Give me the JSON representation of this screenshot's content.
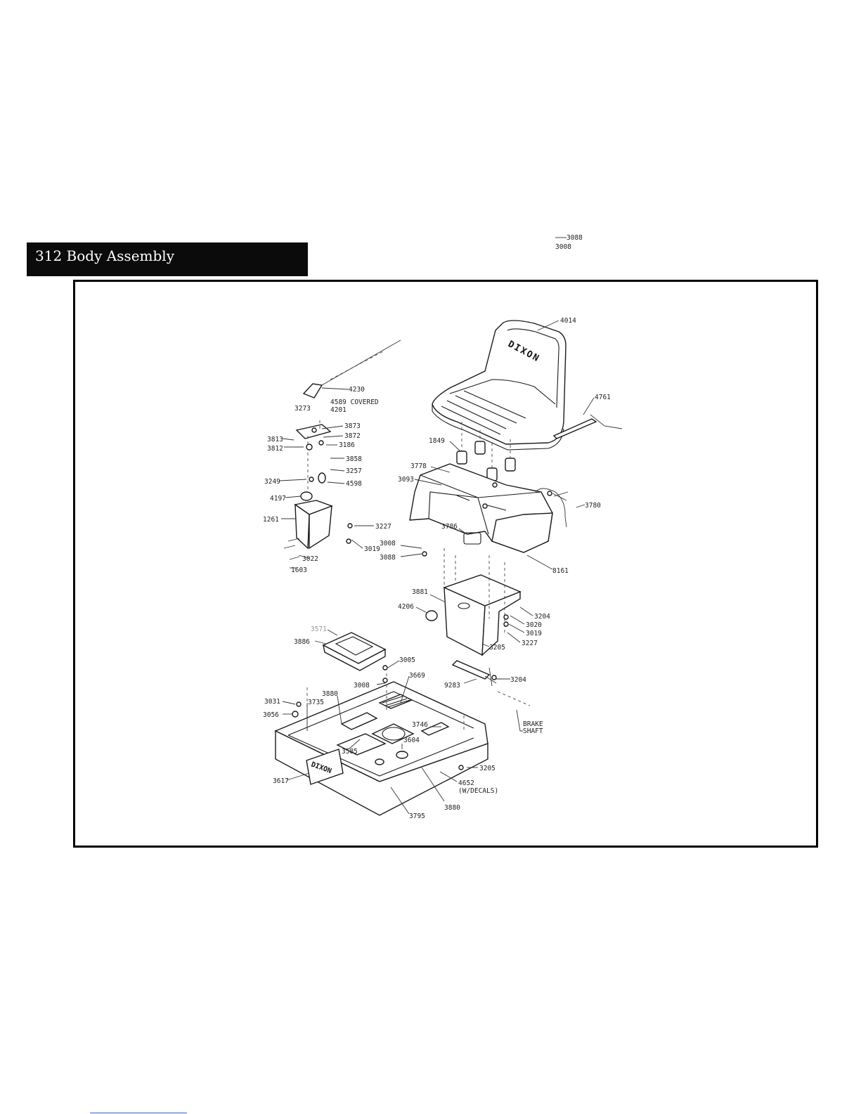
{
  "header": {
    "title": "312 Body Assembly"
  },
  "seat_logo": "DIXON",
  "frame_logo": "DIXON",
  "callouts": [
    {
      "id": "c4014",
      "text": "4014"
    },
    {
      "id": "c4761",
      "text": "4761"
    },
    {
      "id": "c4230",
      "text": "4230"
    },
    {
      "id": "c3273",
      "text": "3273"
    },
    {
      "id": "c4589",
      "text": "4589 COVERED"
    },
    {
      "id": "c4201",
      "text": "4201"
    },
    {
      "id": "c3873",
      "text": "3873"
    },
    {
      "id": "c3872",
      "text": "3872"
    },
    {
      "id": "c3186",
      "text": "3186"
    },
    {
      "id": "c3813",
      "text": "3813"
    },
    {
      "id": "c3812",
      "text": "3812"
    },
    {
      "id": "c3858",
      "text": "3858"
    },
    {
      "id": "c3257",
      "text": "3257"
    },
    {
      "id": "c3249",
      "text": "3249"
    },
    {
      "id": "c4598",
      "text": "4598"
    },
    {
      "id": "c4197",
      "text": "4197"
    },
    {
      "id": "c3227a",
      "text": "3227"
    },
    {
      "id": "c1261",
      "text": "1261"
    },
    {
      "id": "c3019a",
      "text": "3019"
    },
    {
      "id": "c3022",
      "text": "3022"
    },
    {
      "id": "c1603",
      "text": "1603"
    },
    {
      "id": "c1849",
      "text": "1849"
    },
    {
      "id": "c3778",
      "text": "3778"
    },
    {
      "id": "c3093",
      "text": "3093"
    },
    {
      "id": "c3088a",
      "text": "3088"
    },
    {
      "id": "c3008a",
      "text": "3008"
    },
    {
      "id": "c3780",
      "text": "3780"
    },
    {
      "id": "c3786",
      "text": "3786"
    },
    {
      "id": "c3008b",
      "text": "3008"
    },
    {
      "id": "c3088b",
      "text": "3088"
    },
    {
      "id": "c8161",
      "text": "8161"
    },
    {
      "id": "c3881",
      "text": "3881"
    },
    {
      "id": "c4206",
      "text": "4206"
    },
    {
      "id": "c3204a",
      "text": "3204"
    },
    {
      "id": "c3020",
      "text": "3020"
    },
    {
      "id": "c3019b",
      "text": "3019"
    },
    {
      "id": "c3227b",
      "text": "3227"
    },
    {
      "id": "c3205a",
      "text": "3205"
    },
    {
      "id": "c3571",
      "text": "3571"
    },
    {
      "id": "c3886",
      "text": "3886"
    },
    {
      "id": "c3005",
      "text": "3005"
    },
    {
      "id": "c3008c",
      "text": "3008"
    },
    {
      "id": "c3669",
      "text": "3669"
    },
    {
      "id": "c9283",
      "text": "9283"
    },
    {
      "id": "c3204b",
      "text": "3204"
    },
    {
      "id": "c3880a",
      "text": "3880"
    },
    {
      "id": "c3031",
      "text": "3031"
    },
    {
      "id": "c3735",
      "text": "3735"
    },
    {
      "id": "c3056",
      "text": "3056"
    },
    {
      "id": "c3746",
      "text": "3746"
    },
    {
      "id": "c3604",
      "text": "3604"
    },
    {
      "id": "c3585",
      "text": "3585"
    },
    {
      "id": "c3205b",
      "text": "3205"
    },
    {
      "id": "c4652",
      "text": "4652"
    },
    {
      "id": "c4652b",
      "text": "(W/DECALS)"
    },
    {
      "id": "c3617",
      "text": "3617"
    },
    {
      "id": "c3880b",
      "text": "3880"
    },
    {
      "id": "c3795",
      "text": "3795"
    },
    {
      "id": "cbrake1",
      "text": "BRAKE"
    },
    {
      "id": "cbrake2",
      "text": "SHAFT"
    }
  ]
}
